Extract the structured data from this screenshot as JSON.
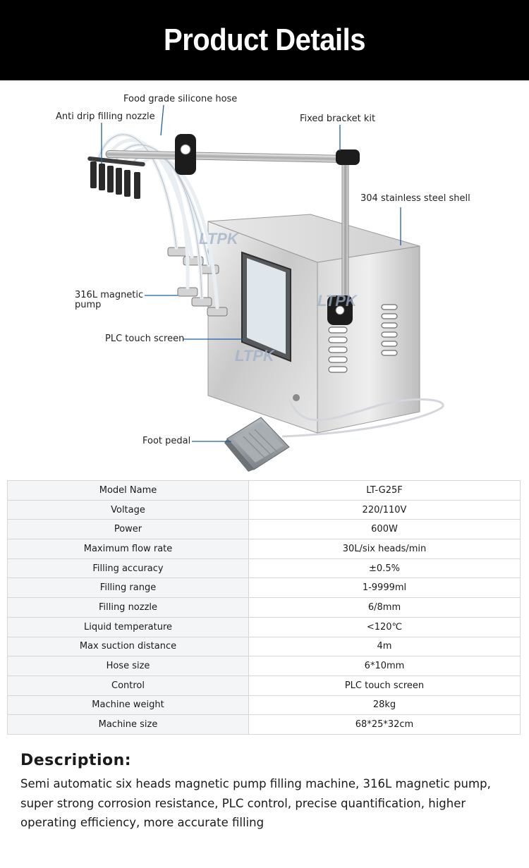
{
  "header": {
    "title": "Product Details"
  },
  "figure": {
    "watermark": "LTPK",
    "callouts": {
      "hose": "Food grade silicone hose",
      "nozzle": "Anti drip filling nozzle",
      "bracket": "Fixed bracket kit",
      "shell": "304 stainless steel shell",
      "pump_line1": "316L magnetic",
      "pump_line2": "pump",
      "screen": "PLC touch screen",
      "pedal": "Foot pedal"
    }
  },
  "specs": [
    {
      "label": "Model Name",
      "value": "LT-G25F"
    },
    {
      "label": "Voltage",
      "value": "220/110V"
    },
    {
      "label": "Power",
      "value": "600W"
    },
    {
      "label": "Maximum flow rate",
      "value": "30L/six heads/min"
    },
    {
      "label": "Filling accuracy",
      "value": "±0.5%"
    },
    {
      "label": "Filling range",
      "value": "1-9999ml"
    },
    {
      "label": "Filling nozzle",
      "value": "6/8mm"
    },
    {
      "label": "Liquid temperature",
      "value": "<120℃"
    },
    {
      "label": "Max suction distance",
      "value": "4m"
    },
    {
      "label": "Hose size",
      "value": "6*10mm"
    },
    {
      "label": "Control",
      "value": "PLC touch screen"
    },
    {
      "label": "Machine weight",
      "value": "28kg"
    },
    {
      "label": "Machine size",
      "value": "68*25*32cm"
    }
  ],
  "description": {
    "title": "Description:",
    "body": "Semi automatic six heads magnetic pump filling machine, 316L magnetic pump, super strong corrosion resistance, PLC control, precise quantification, higher operating efficiency, more accurate filling"
  }
}
